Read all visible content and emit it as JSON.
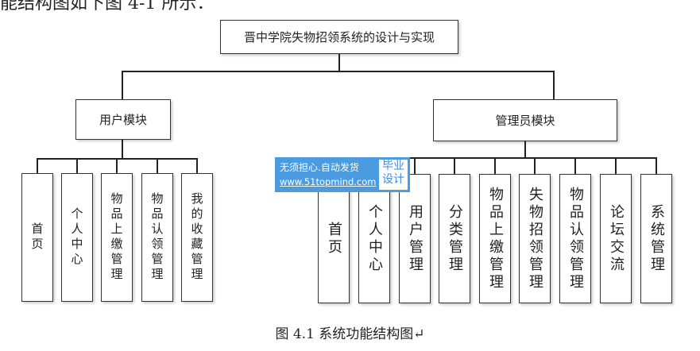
{
  "intro_fragment": "能结构图如下图 4-1 所示：",
  "root": "晋中学院失物招领系统的设计与实现",
  "user_module": {
    "label": "用户模块",
    "children": [
      "首页",
      "个人中心",
      "物品上缴管理",
      "物品认领管理",
      "我的收藏管理"
    ]
  },
  "admin_module": {
    "label": "管理员模块",
    "children": [
      "首页",
      "个人中心",
      "用户管理",
      "分类管理",
      "物品上缴管理",
      "失物招领管理",
      "物品认领管理",
      "论坛交流",
      "系统管理"
    ]
  },
  "watermark": {
    "line1": "无须担心.自动发货",
    "line2": "www.51topmind.com",
    "badge1": "毕业",
    "badge2": "设计"
  },
  "caption": "图 4.1 系统功能结构图↵"
}
